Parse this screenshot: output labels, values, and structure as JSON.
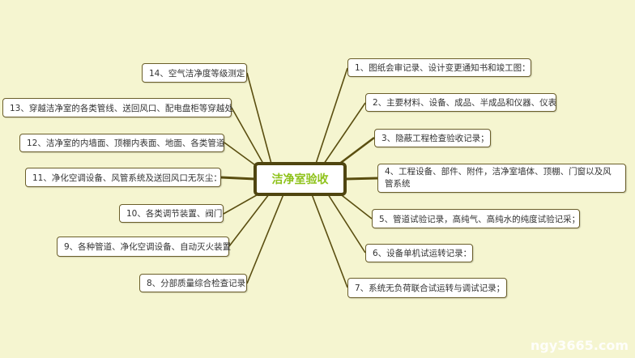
{
  "center": {
    "label": "洁净室验收"
  },
  "right_nodes": [
    "1、图纸会审记录、设计变更通知书和竣工图：",
    "2、主要材料、设备、成品、半成品和仪器、仪表",
    "3、隐蔽工程检查验收记录；",
    "4、工程设备、部件、附件，洁净室墙体、顶棚、门窗以及风管系统",
    "5、管道试验记录，高纯气、高纯水的纯度试验记采；",
    "6、设备单机试运转记录：",
    "7、系统无负荷联合试运转与调试记录；"
  ],
  "left_nodes": [
    "8、分部质量综合检查记录",
    "9、各种管道、净化空调设备、自动灭火装置",
    "10、各类调节装置、阀门",
    "11、净化空调设备、风管系统及送回风口无灰尘：",
    "12、洁净室的内墙面、顶棚内表面、地面、各类管道",
    "13、穿越洁净室的各类管线、送回风口、配电盘柜等穿越处",
    "14、空气洁净度等级测定"
  ],
  "watermark": "ngy3665.com",
  "colors": {
    "background": "#f5f5d0",
    "link": "#5a4e10",
    "center_text": "#8ec21a"
  }
}
